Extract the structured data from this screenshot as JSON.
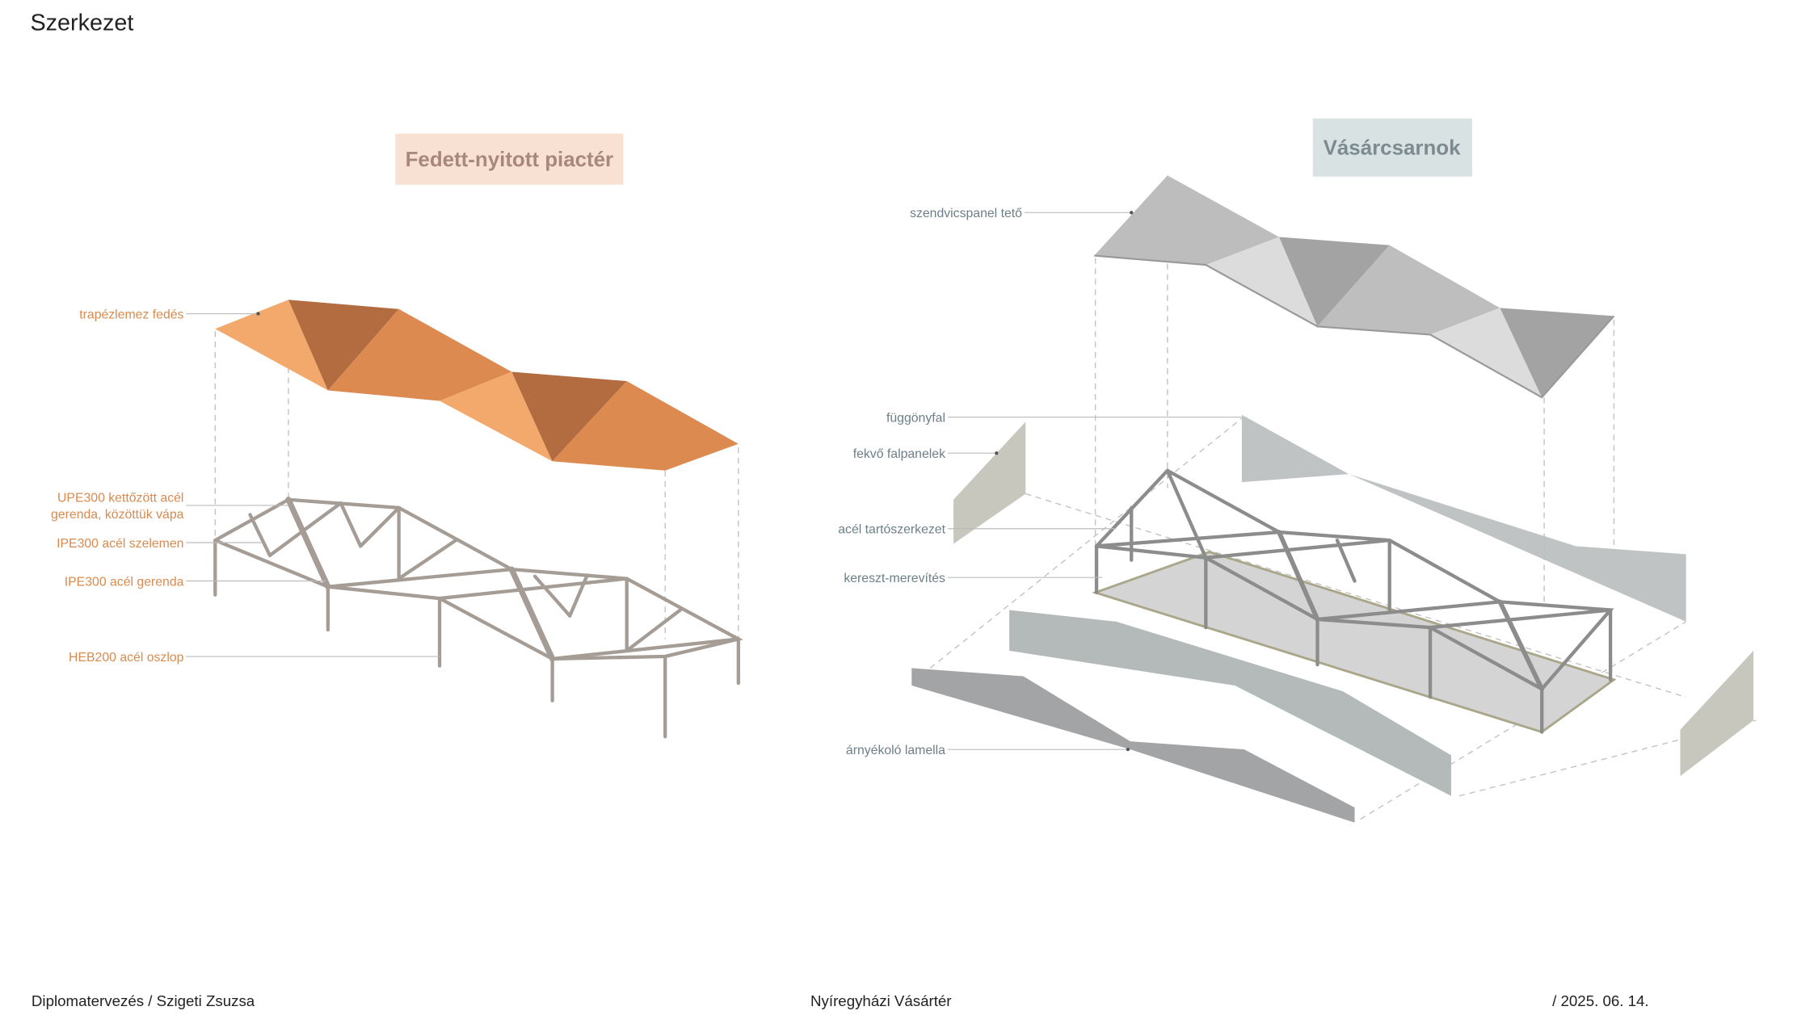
{
  "page": {
    "title": "Szerkezet"
  },
  "left": {
    "title": "Fedett-nyitott piactér",
    "title_bg": "#f8e1d2",
    "title_color": "#a8887a",
    "labels": [
      "trapézlemez fedés",
      "UPE300 kettőzött acél",
      "gerenda, közöttük vápa",
      "IPE300 acél szelemen",
      "IPE300 acél gerenda",
      "HEB200 acél oszlop"
    ]
  },
  "right": {
    "title": "Vásárcsarnok",
    "title_bg": "#d9e2e3",
    "title_color": "#7b8b90",
    "labels": [
      "szendvicspanel tető",
      "függönyfal",
      "fekvő falpanelek",
      "acél tartószerkezet",
      "kereszt-merevítés",
      "árnyékoló lamella"
    ]
  },
  "footer": {
    "left": "Diplomatervezés / Szigeti Zsuzsa",
    "center": "Nyíregyházi Vásártér",
    "right": "/ 2025. 06. 14."
  }
}
